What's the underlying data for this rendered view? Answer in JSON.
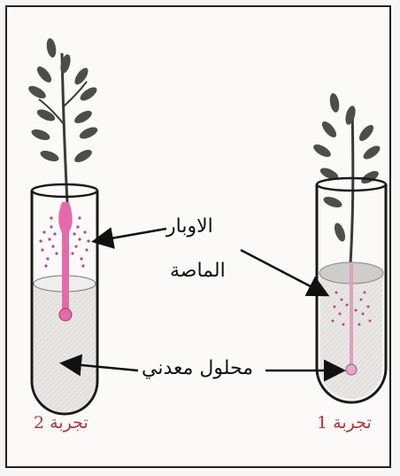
{
  "labels": {
    "root_hairs_line1": "الاوبار",
    "root_hairs_line2": "الماصة",
    "mineral_solution": "محلول معدني"
  },
  "captions": {
    "experiment_2": "تجربة 2",
    "experiment_1": "تجربة 1"
  },
  "colors": {
    "root_pink": "#e56aa8",
    "caption_red": "#b3343d",
    "leaf_gray": "#4d4d4d",
    "outline": "#1a1a1a"
  }
}
